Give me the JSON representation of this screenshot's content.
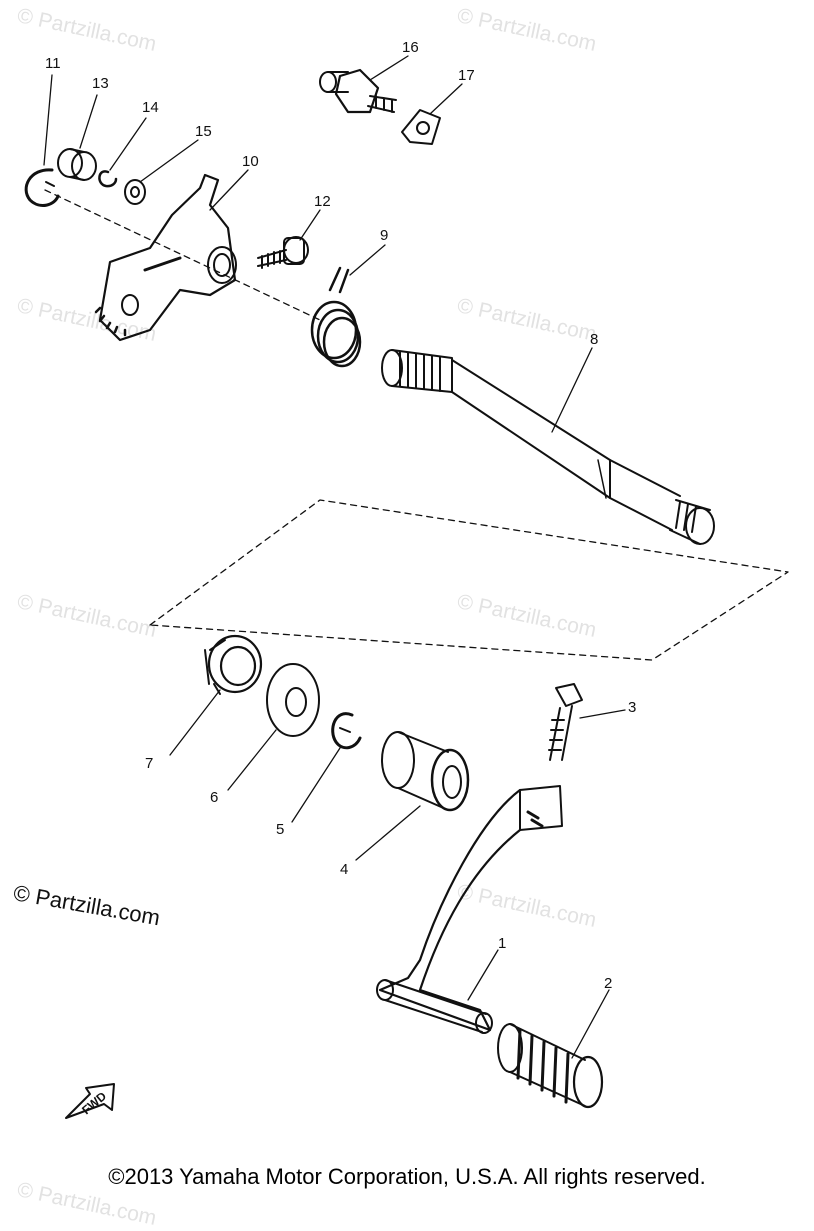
{
  "watermark": {
    "text": "© Partzilla.com",
    "faint_text": "© Partzilla.com"
  },
  "callouts": {
    "p1": "1",
    "p2": "2",
    "p3": "3",
    "p4": "4",
    "p5": "5",
    "p6": "6",
    "p7": "7",
    "p8": "8",
    "p9": "9",
    "p10": "10",
    "p11": "11",
    "p12": "12",
    "p13": "13",
    "p14": "14",
    "p15": "15",
    "p16": "16",
    "p17": "17"
  },
  "forward_arrow_label": "FWD",
  "copyright": "©2013 Yamaha Motor Corporation, U.S.A. All rights reserved."
}
